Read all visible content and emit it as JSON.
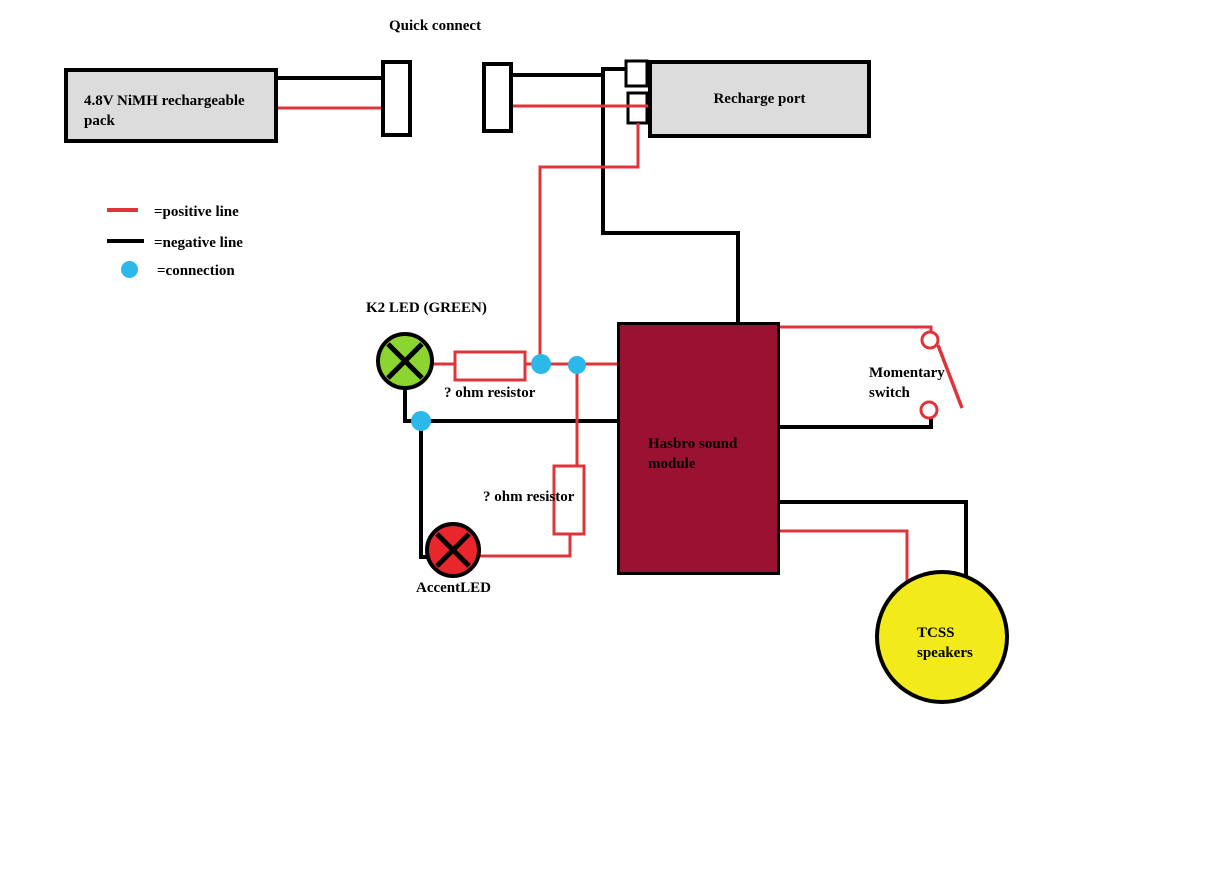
{
  "diagram": {
    "quick_connect_label": "Quick connect",
    "battery": {
      "label": "4.8V NiMH rechargeable pack"
    },
    "recharge_port": {
      "label": "Recharge port"
    },
    "legend": {
      "items": [
        {
          "symbol": "red-line",
          "label": "=positive line"
        },
        {
          "symbol": "black-line",
          "label": "=negative line"
        },
        {
          "symbol": "blue-dot",
          "label": "=connection"
        }
      ]
    },
    "k2_led": {
      "label": "K2 LED (GREEN)"
    },
    "resistor_top": {
      "label": "? ohm resistor"
    },
    "resistor_mid": {
      "label": "? ohm resistor"
    },
    "accent_led": {
      "label": "AccentLED"
    },
    "sound_module": {
      "line1": "Hasbro sound",
      "line2": "module"
    },
    "momentary_switch": {
      "line1": "Momentary",
      "line2": "switch"
    },
    "speaker": {
      "line1": "TCSS",
      "line2": "speakers"
    },
    "colors": {
      "positive_wire": "#df3439",
      "negative_wire": "#000000",
      "connection_dot": "#2cb8e9",
      "module_fill": "#9b1132",
      "k2_led_fill": "#8cd42f",
      "accent_led_fill": "#e8262b",
      "speaker_fill": "#f2ea1b",
      "component_box_fill": "#dcdcdc"
    }
  }
}
